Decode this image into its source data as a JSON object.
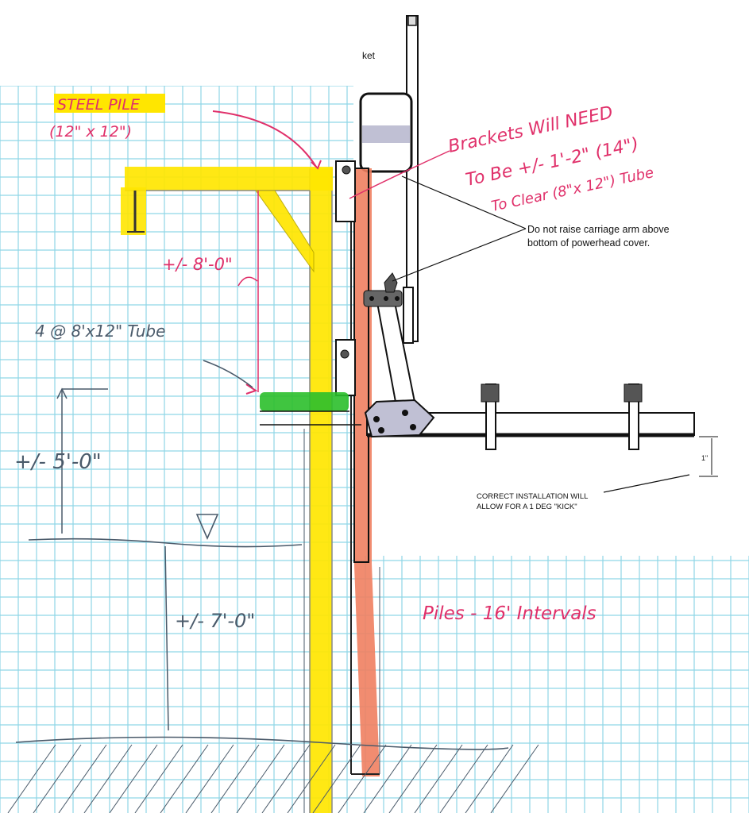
{
  "colors": {
    "grid_line": "#8fd6e6",
    "paper": "#ffffff",
    "steel_pile": "#ffe600",
    "green_tube": "#2bbf2b",
    "orange_pile": "#f08060",
    "red_ink": "#e0306a",
    "pencil": "#4a5a6a",
    "printed_black": "#111111",
    "gray_part": "#bfbfd0"
  },
  "labels": {
    "top_clip": "ket",
    "steel_pile_line1": "STEEL PILE",
    "steel_pile_line2": "(12\" x 12\")",
    "brackets_line1": "Brackets Will NEED",
    "brackets_line2": "To Be +/- 1'-2\" (14\")",
    "brackets_line3": "To Clear (8\"x 12\") Tube",
    "caution_line1": "Do not raise carriage arm above",
    "caution_line2": "bottom of powerhead cover.",
    "dim_8ft": "+/- 8'-0\"",
    "tube_label": "4 @ 8'x12\" Tube",
    "dim_5ft": "+/- 5'-0\"",
    "dim_7ft": "+/- 7'-0\"",
    "kick_line1": "CORRECT INSTALLATION WILL",
    "kick_line2": "ALLOW FOR A 1 DEG \"KICK\"",
    "kick_dim": "1\"",
    "piles_note": "Piles -   16'  Intervals"
  },
  "icons": {
    "water_level": "water-level-triangle-icon"
  }
}
